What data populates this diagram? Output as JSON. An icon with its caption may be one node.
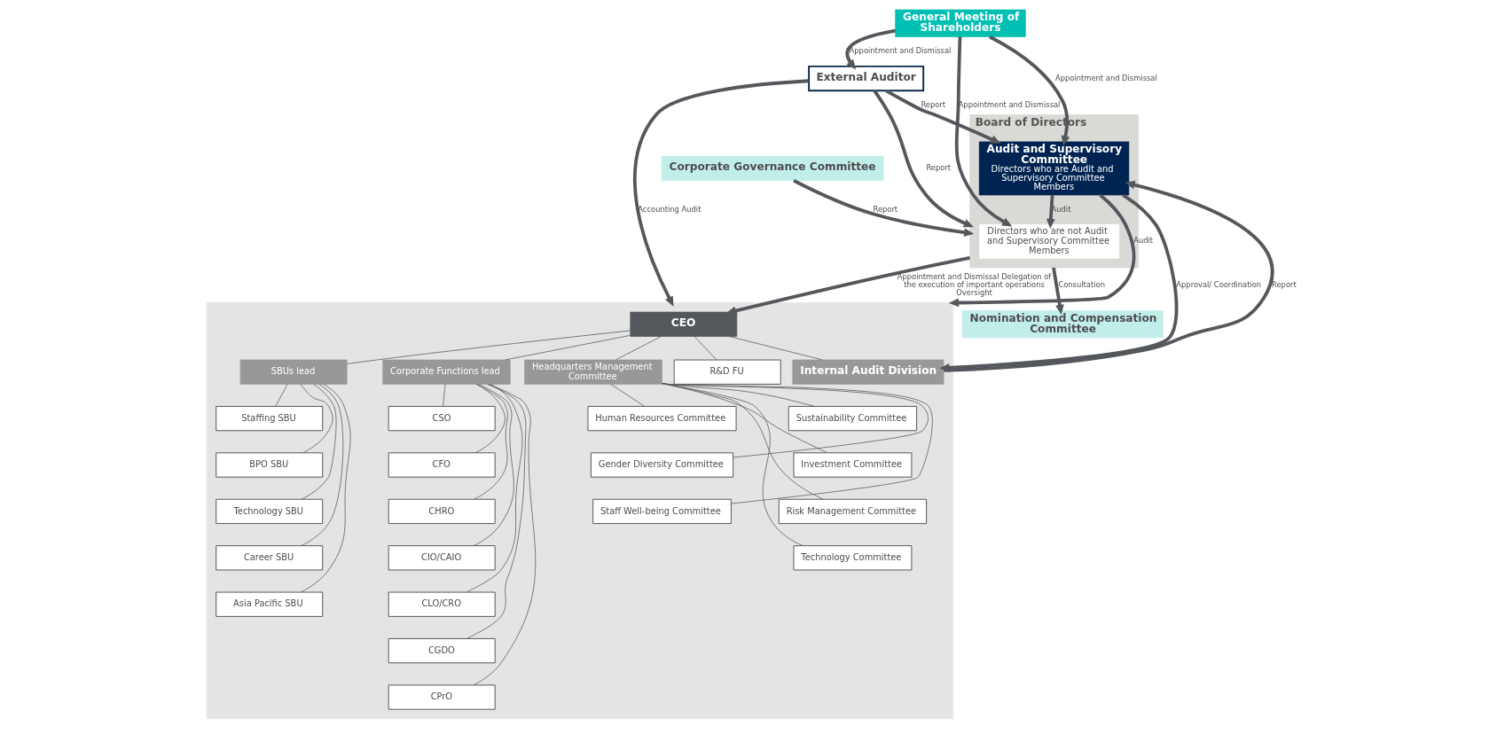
{
  "diagram": {
    "nodes": [
      {
        "text": [
          "General Meeting of Shareholders"
        ]
      },
      {
        "text": [
          "Nomination and Compensation Committee"
        ]
      },
      {
        "text": [
          "Corporate Governance Committee"
        ]
      },
      {
        "text": [
          "Board of Directors"
        ]
      },
      {
        "text": [
          "Directors who are not Audit and Supervisory Committee Members"
        ],
        "in": 3
      },
      {
        "text": [
          "Audit and Supervisory Committee",
          "Directors who are Audit and Supervisory Committee Members"
        ],
        "in": 3
      },
      {
        "text": [
          "External Auditor"
        ]
      },
      {
        "text": [],
        "shape": "box"
      },
      {
        "text": [
          "CEO"
        ],
        "in": 7
      },
      {
        "text": [
          "SBUs lead"
        ],
        "in": 7
      },
      {
        "text": [
          "Staffing SBU"
        ],
        "in": 7
      },
      {
        "text": [
          "BPO SBU"
        ],
        "in": 7
      },
      {
        "text": [
          "Technology SBU"
        ],
        "in": 7
      },
      {
        "text": [
          "Career SBU"
        ],
        "in": 7
      },
      {
        "text": [
          "Asia Pacific SBU"
        ],
        "in": 7
      },
      {
        "text": [
          "R&D FU"
        ],
        "in": 7
      },
      {
        "text": [
          "Corporate Functions lead"
        ],
        "in": 7
      },
      {
        "text": [
          "CSO"
        ],
        "in": 7
      },
      {
        "text": [
          "CFO"
        ],
        "in": 7
      },
      {
        "text": [
          "CHRO"
        ],
        "in": 7
      },
      {
        "text": [
          "CIO/CAIO"
        ],
        "in": 7
      },
      {
        "text": [
          "CLO/CRO"
        ],
        "in": 7
      },
      {
        "text": [
          "CGDO"
        ],
        "in": 7
      },
      {
        "text": [
          "CPrO"
        ],
        "in": 7
      },
      {
        "text": [
          "Headquarters Management Committee"
        ],
        "in": 7
      },
      {
        "text": [
          "Sustainability Committee"
        ],
        "in": 7
      },
      {
        "text": [
          "Investment Committee"
        ],
        "in": 7
      },
      {
        "text": [
          "Risk Management Committee"
        ],
        "in": 7
      },
      {
        "text": [
          "Technology Committee"
        ],
        "in": 7
      },
      {
        "text": [
          "Human Resources Committee"
        ],
        "in": 7
      },
      {
        "text": [
          "Gender Diversity Committee"
        ],
        "in": 7
      },
      {
        "text": [
          "Staff Well-being Committee"
        ],
        "in": 7
      },
      {
        "text": [
          "Internal Audit Division"
        ],
        "in": 7
      }
    ],
    "edges": [
      {
        "from": 0,
        "to": 4,
        "arrow": "to",
        "label": "Appointment and Dismissal",
        "style": "thick"
      },
      {
        "from": 0,
        "to": 5,
        "arrow": "to",
        "label": "Appointment and Dismissal",
        "style": "thick"
      },
      {
        "from": 0,
        "to": 6,
        "arrow": "to",
        "label": "Appointment and Dismissal",
        "style": "thick"
      },
      {
        "from": 3,
        "to": 1,
        "arrow": "to",
        "label": "Consultation",
        "style": "thick"
      },
      {
        "from": 2,
        "to": 3,
        "arrow": "to",
        "label": "Report",
        "style": "thick"
      },
      {
        "from": 5,
        "to": 4,
        "arrow": "to",
        "label": "Audit",
        "style": "thick"
      },
      {
        "from": 6,
        "to": 3,
        "arrow": "to",
        "label": "Report",
        "style": "thick"
      },
      {
        "from": 6,
        "to": 5,
        "arrow": "to",
        "label": "Report",
        "style": "thick"
      },
      {
        "from": 3,
        "to": 8,
        "arrow": "to",
        "label": "Appointment and Dismissal Delegation of the execution of important operations Oversight",
        "style": "thick"
      },
      {
        "from": 5,
        "to": 7,
        "arrow": "to",
        "label": "Audit",
        "style": "thick"
      },
      {
        "from": 6,
        "to": 7,
        "arrow": "to",
        "label": "Accounting Audit",
        "style": "thick"
      },
      {
        "from": 5,
        "to": 32,
        "arrow": "to",
        "label": "Approval/ Coordination",
        "style": "thick"
      },
      {
        "from": 32,
        "to": 5,
        "arrow": "to",
        "label": "Report",
        "style": "thick"
      },
      {
        "from": 8,
        "to": 9,
        "arrow": "none"
      },
      {
        "from": 8,
        "to": 16,
        "arrow": "none"
      },
      {
        "from": 8,
        "to": 24,
        "arrow": "none"
      },
      {
        "from": 8,
        "to": 32,
        "arrow": "none"
      },
      {
        "from": 8,
        "to": 15,
        "arrow": "none"
      },
      {
        "from": 9,
        "to": 10,
        "arrow": "none"
      },
      {
        "from": 9,
        "to": 11,
        "arrow": "none"
      },
      {
        "from": 9,
        "to": 12,
        "arrow": "none"
      },
      {
        "from": 9,
        "to": 13,
        "arrow": "none"
      },
      {
        "from": 9,
        "to": 14,
        "arrow": "none"
      },
      {
        "from": 16,
        "to": 17,
        "arrow": "none"
      },
      {
        "from": 16,
        "to": 18,
        "arrow": "none"
      },
      {
        "from": 16,
        "to": 19,
        "arrow": "none"
      },
      {
        "from": 16,
        "to": 20,
        "arrow": "none"
      },
      {
        "from": 16,
        "to": 21,
        "arrow": "none"
      },
      {
        "from": 16,
        "to": 22,
        "arrow": "none"
      },
      {
        "from": 16,
        "to": 23,
        "arrow": "none"
      },
      {
        "from": 24,
        "to": 25,
        "arrow": "none"
      },
      {
        "from": 24,
        "to": 26,
        "arrow": "none"
      },
      {
        "from": 24,
        "to": 27,
        "arrow": "none"
      },
      {
        "from": 24,
        "to": 28,
        "arrow": "none"
      },
      {
        "from": 24,
        "to": 29,
        "arrow": "none"
      },
      {
        "from": 24,
        "to": 30,
        "arrow": "none"
      },
      {
        "from": 24,
        "to": 31,
        "arrow": "none"
      }
    ]
  }
}
